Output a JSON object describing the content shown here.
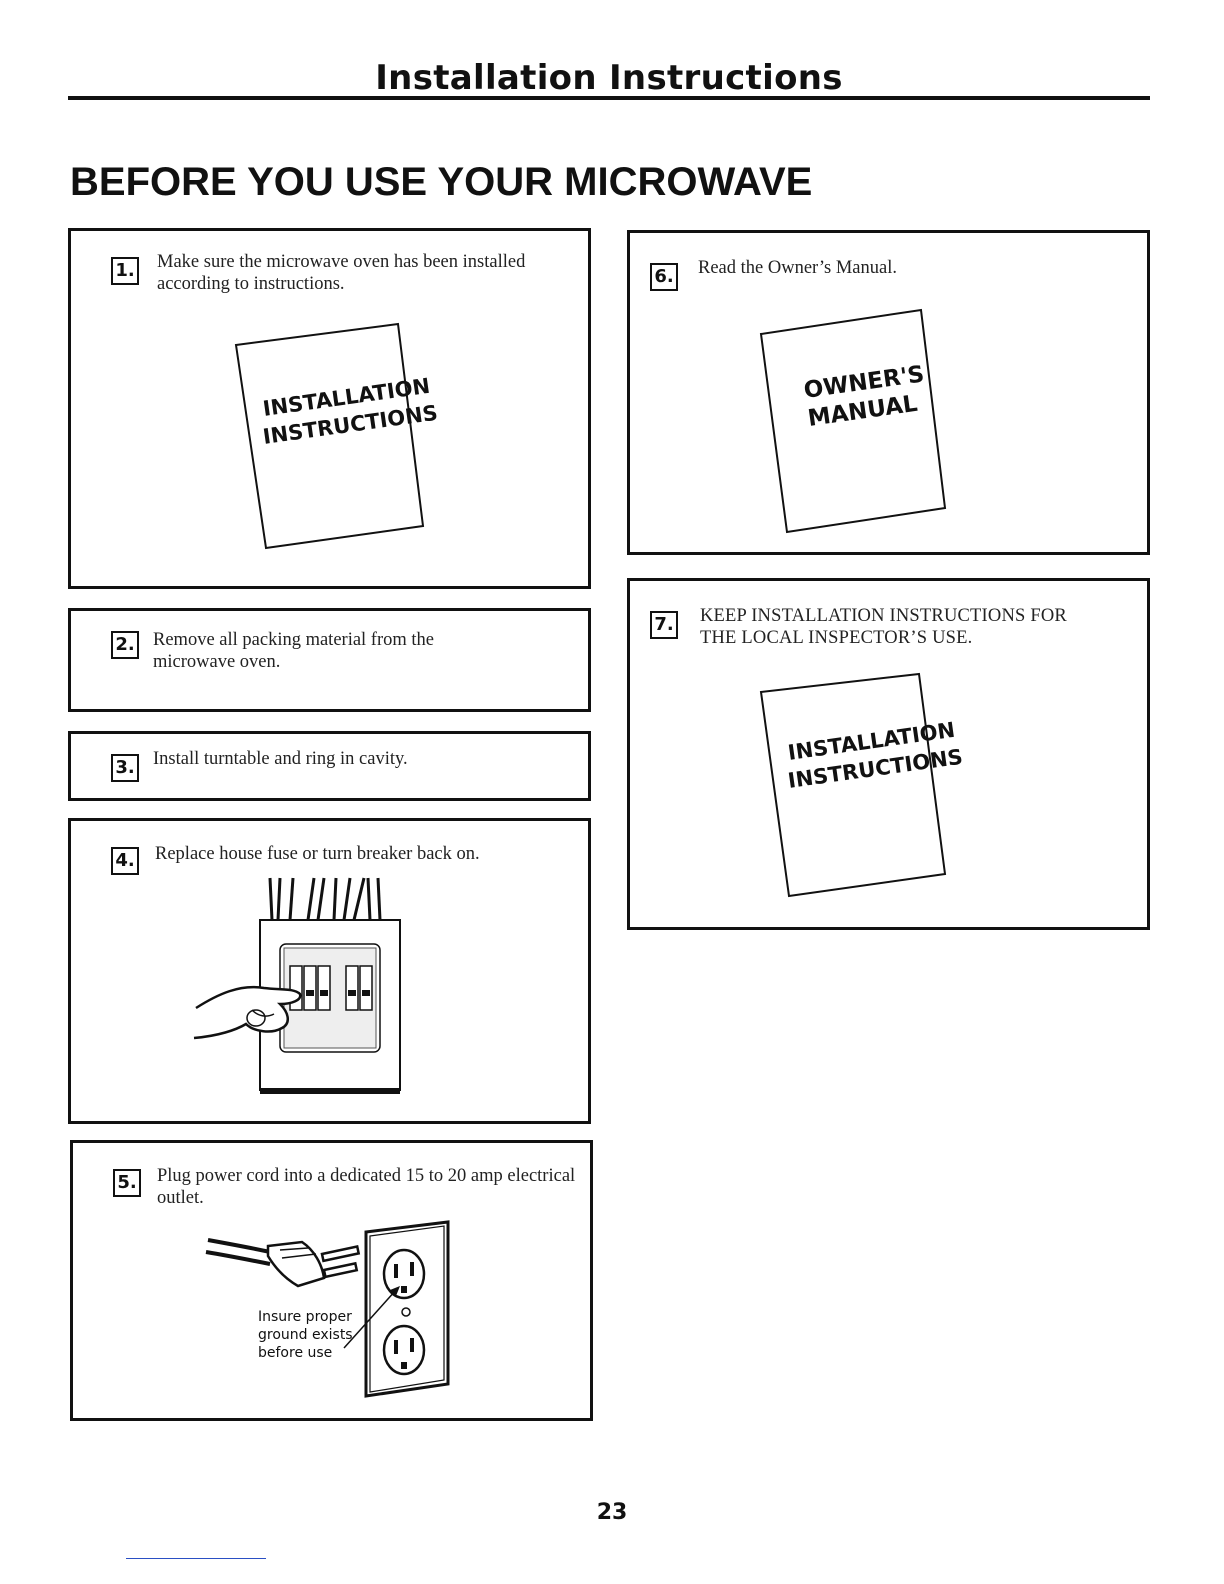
{
  "header": {
    "title": "Installation Instructions"
  },
  "section": {
    "title": "BEFORE YOU USE YOUR MICROWAVE"
  },
  "steps": [
    {
      "num": "1.",
      "text": "Make sure the microwave oven has been installed according to instructions."
    },
    {
      "num": "2.",
      "text": "Remove all packing material from the microwave oven."
    },
    {
      "num": "3.",
      "text": "Install turntable and ring in cavity."
    },
    {
      "num": "4.",
      "text": "Replace house fuse or turn breaker back on."
    },
    {
      "num": "5.",
      "text": "Plug power cord into a dedicated 15 to 20 amp electrical outlet."
    },
    {
      "num": "6.",
      "text": "Read the Owner’s Manual."
    },
    {
      "num": "7.",
      "text": "KEEP INSTALLATION INSTRUCTIONS FOR THE LOCAL INSPECTOR’S USE."
    }
  ],
  "illustrations": {
    "install_booklet": {
      "line1": "INSTALLATION",
      "line2": "INSTRUCTIONS"
    },
    "owners_manual": {
      "line1": "OWNER'S",
      "line2": "MANUAL"
    },
    "outlet_note": {
      "line1": "Insure proper",
      "line2": "ground exists",
      "line3": "before use"
    }
  },
  "footer": {
    "page_number": "23"
  }
}
